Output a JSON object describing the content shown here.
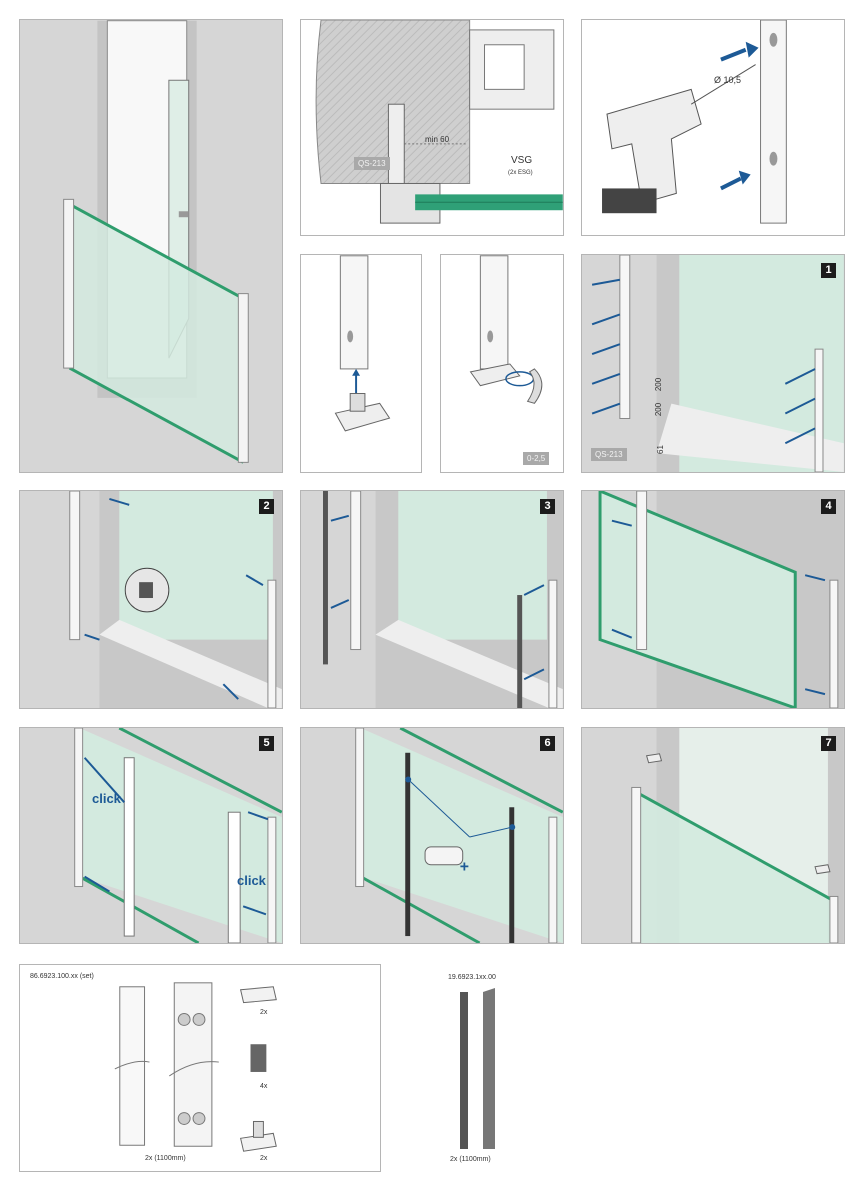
{
  "colors": {
    "wall": "#d6d6d6",
    "glass": "#d3eadf",
    "glass_edge": "#2f9d6d",
    "arrow": "#1d5a96",
    "frame": "#f4f4f4"
  },
  "section_detail": {
    "wall_label": "QS-213",
    "min_label": "min 60",
    "glass_label": "VSG",
    "glass_sub": "(2x ESG)"
  },
  "drill": {
    "diameter": "Ø 10,5"
  },
  "adjust": {
    "range": "0-2,5"
  },
  "steps": [
    {
      "number": "1",
      "wall_label": "QS-213",
      "dims": [
        "200",
        "200",
        "61"
      ]
    },
    {
      "number": "2"
    },
    {
      "number": "3"
    },
    {
      "number": "4"
    },
    {
      "number": "5",
      "click_labels": [
        "click",
        "click"
      ]
    },
    {
      "number": "6"
    },
    {
      "number": "7"
    }
  ],
  "parts_set": {
    "code": "86.6923.100.xx (set)",
    "cover_qty": "2x (1100mm)",
    "cap_qty": "2x",
    "clip_qty": "4x",
    "foot_qty": "2x"
  },
  "parts_extra": {
    "code": "19.6923.1xx.00",
    "qty": "2x (1100mm)"
  }
}
